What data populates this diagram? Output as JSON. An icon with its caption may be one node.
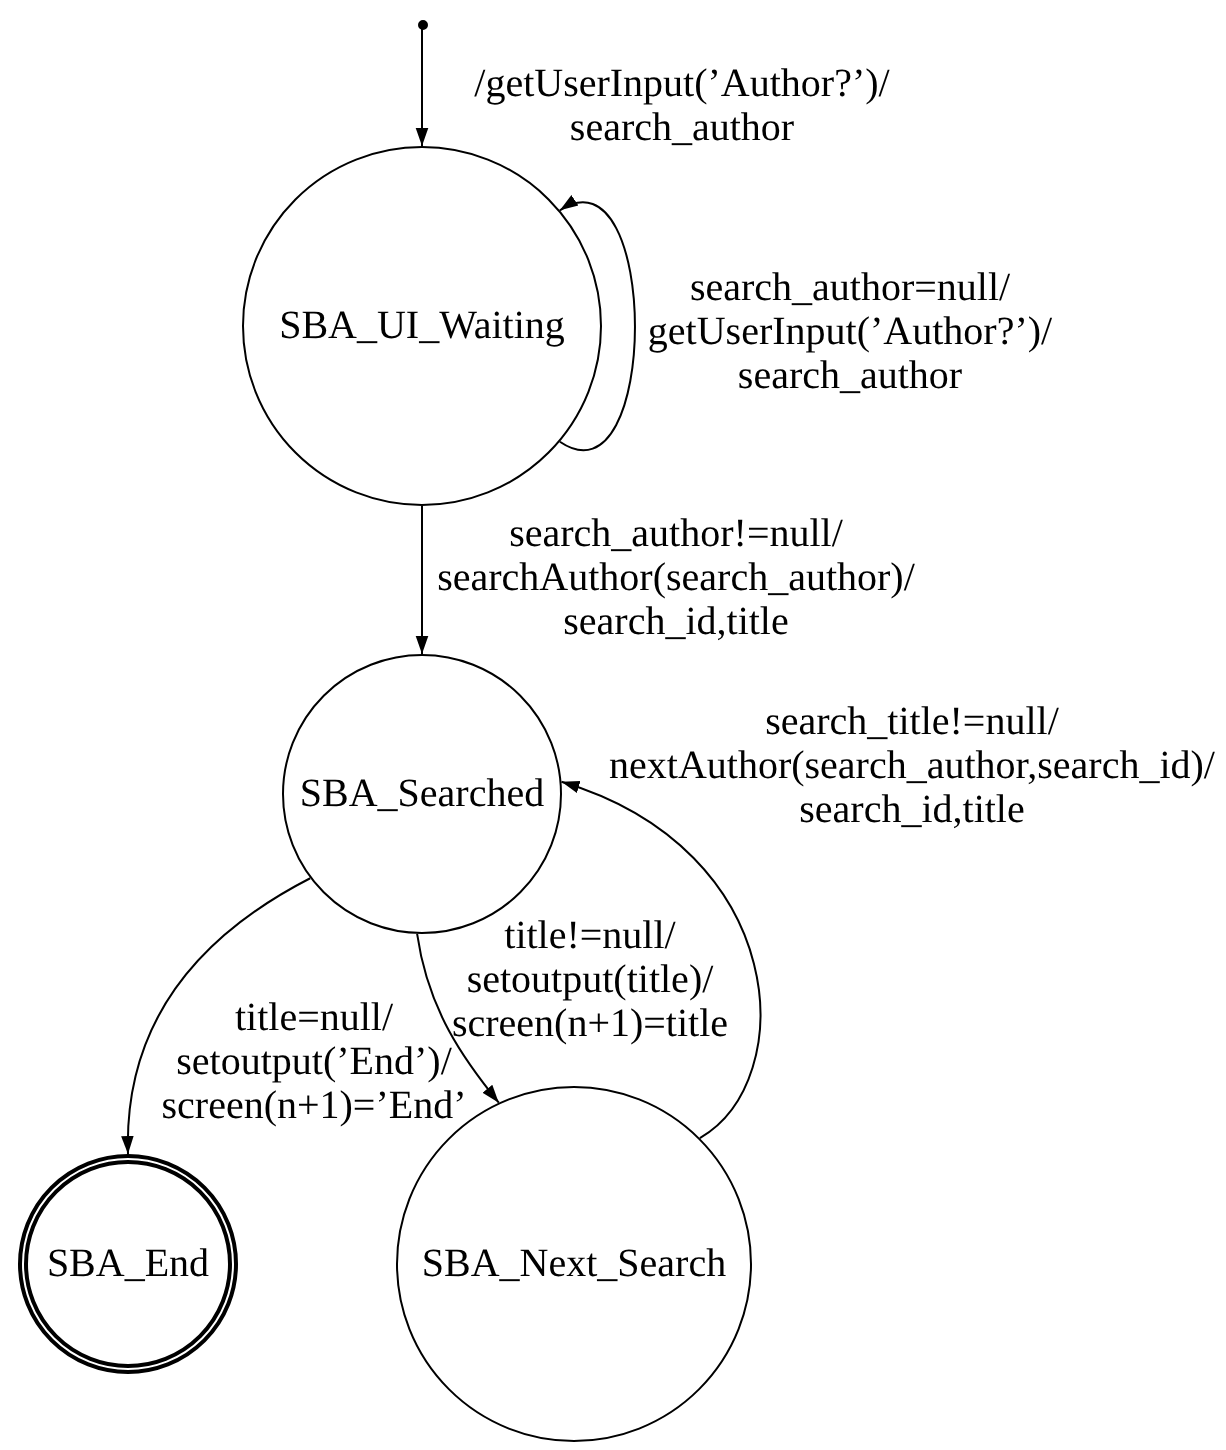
{
  "diagram": {
    "nodes": [
      {
        "text": [],
        "shape": "circle"
      },
      {
        "text": [
          "SBA_UI_Waiting"
        ]
      },
      {
        "text": [
          "SBA_Searched"
        ]
      },
      {
        "text": [
          "SBA_End"
        ]
      },
      {
        "text": [
          "SBA_Next_Search"
        ]
      }
    ],
    "edges": [
      {
        "from": 0,
        "to": 1,
        "arrow": "to",
        "label": "/getUserInput(’Author?’)/ search_author"
      },
      {
        "from": 1,
        "to": 1,
        "arrow": "to",
        "label": "search_author=null/ getUserInput(’Author?’)/ search_author"
      },
      {
        "from": 1,
        "to": 2,
        "arrow": "to",
        "label": "search_author!=null/ searchAuthor(search_author)/ search_id,title"
      },
      {
        "from": 2,
        "to": 3,
        "arrow": "to",
        "label": "title=null/ setoutput(’End’)/ screen(n+1)=’End’"
      },
      {
        "from": 2,
        "to": 4,
        "arrow": "to",
        "label": "title!=null/ setoutput(title)/ screen(n+1)=title"
      },
      {
        "from": 4,
        "to": 2,
        "arrow": "to",
        "label": "search_title!=null/ nextAuthor(search_author,search_id)/ search_id,title"
      }
    ]
  }
}
